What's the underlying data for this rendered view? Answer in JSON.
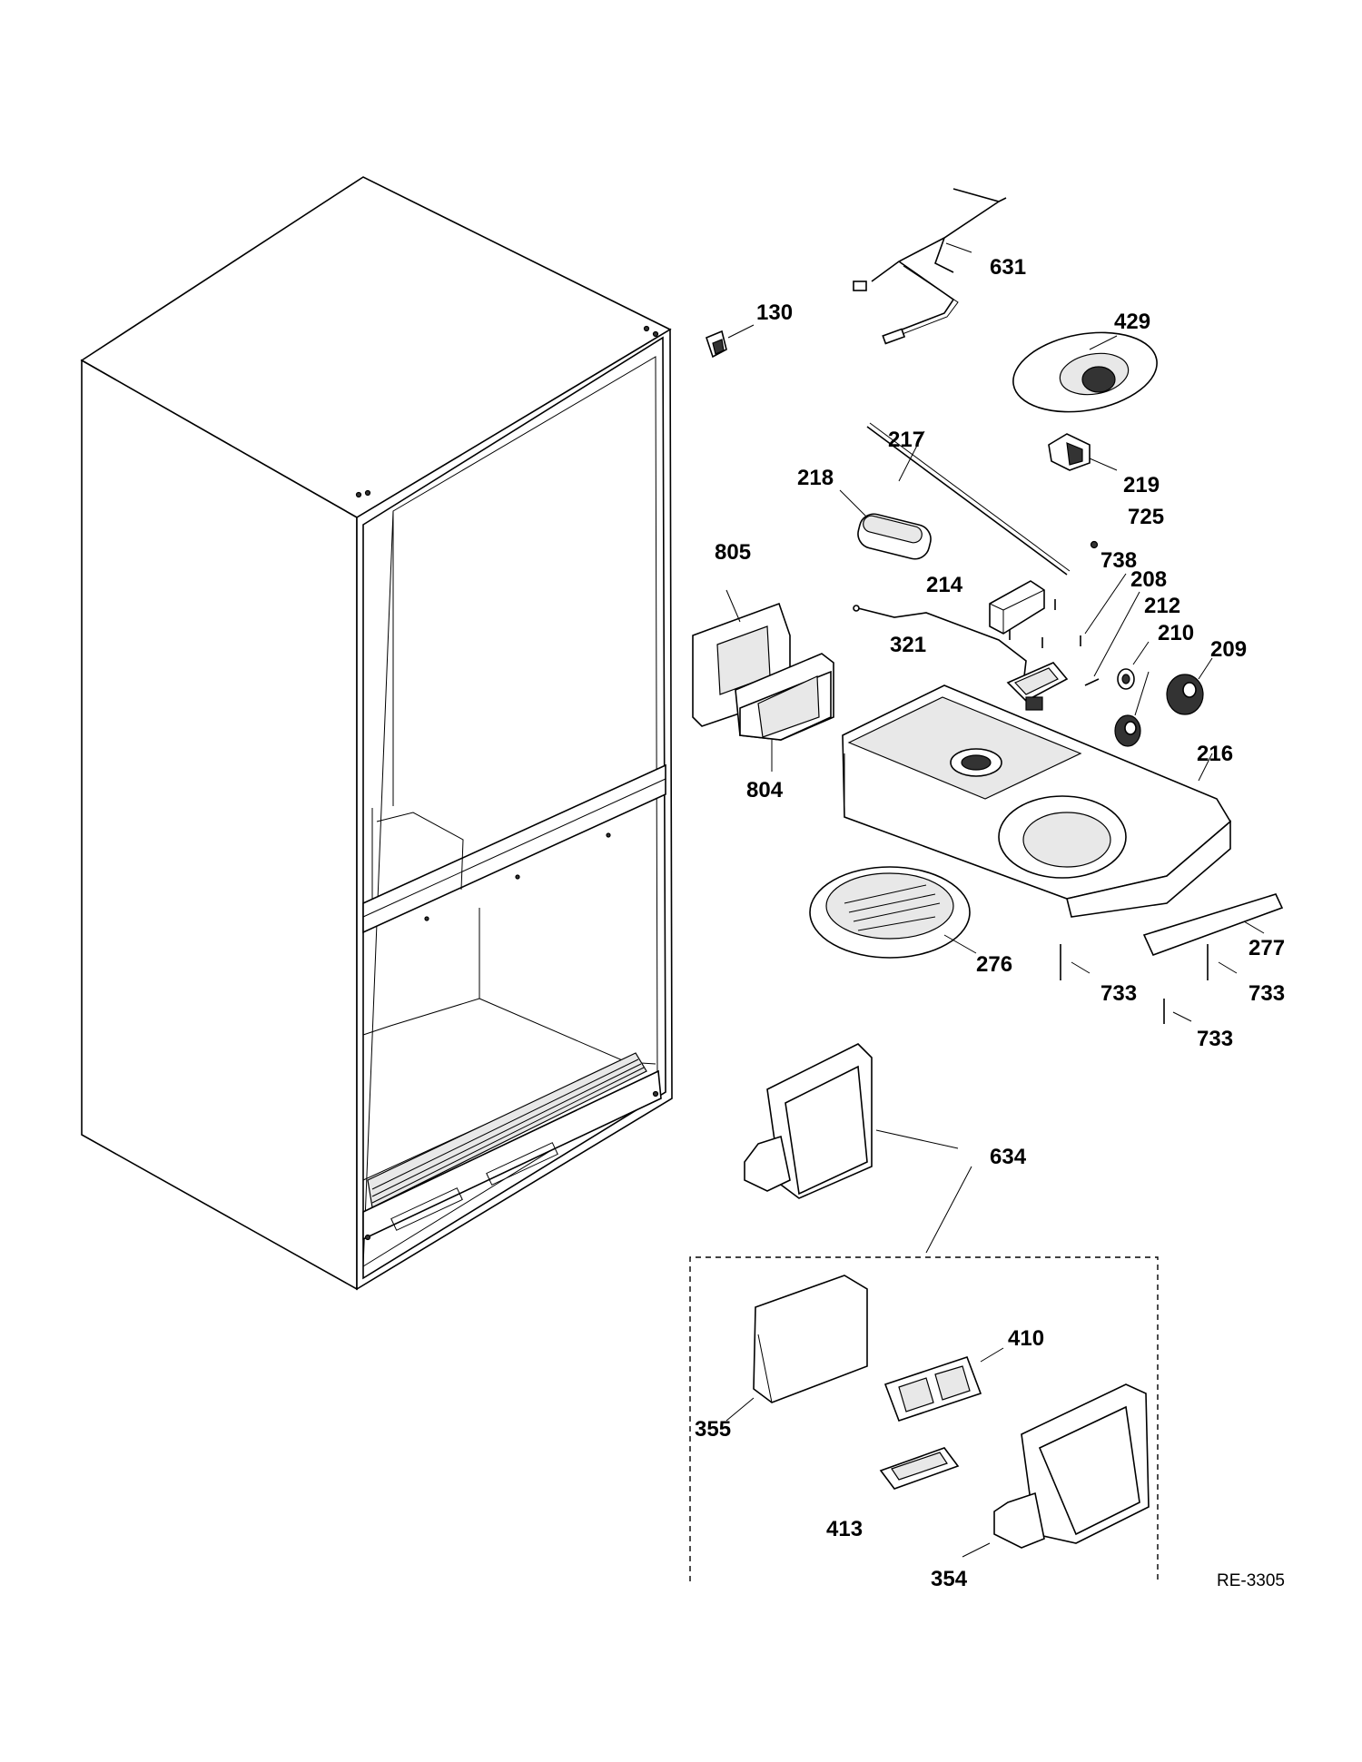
{
  "diagram": {
    "reference_code": "RE-3305",
    "part_labels": [
      "130",
      "631",
      "429",
      "217",
      "219",
      "218",
      "725",
      "738",
      "805",
      "214",
      "208",
      "212",
      "321",
      "210",
      "209",
      "804",
      "216",
      "277",
      "276",
      "733",
      "733",
      "733",
      "634",
      "410",
      "355",
      "413",
      "354"
    ],
    "colors": {
      "line": "#000000",
      "background": "#ffffff",
      "shade": "#e8e8e8"
    }
  }
}
